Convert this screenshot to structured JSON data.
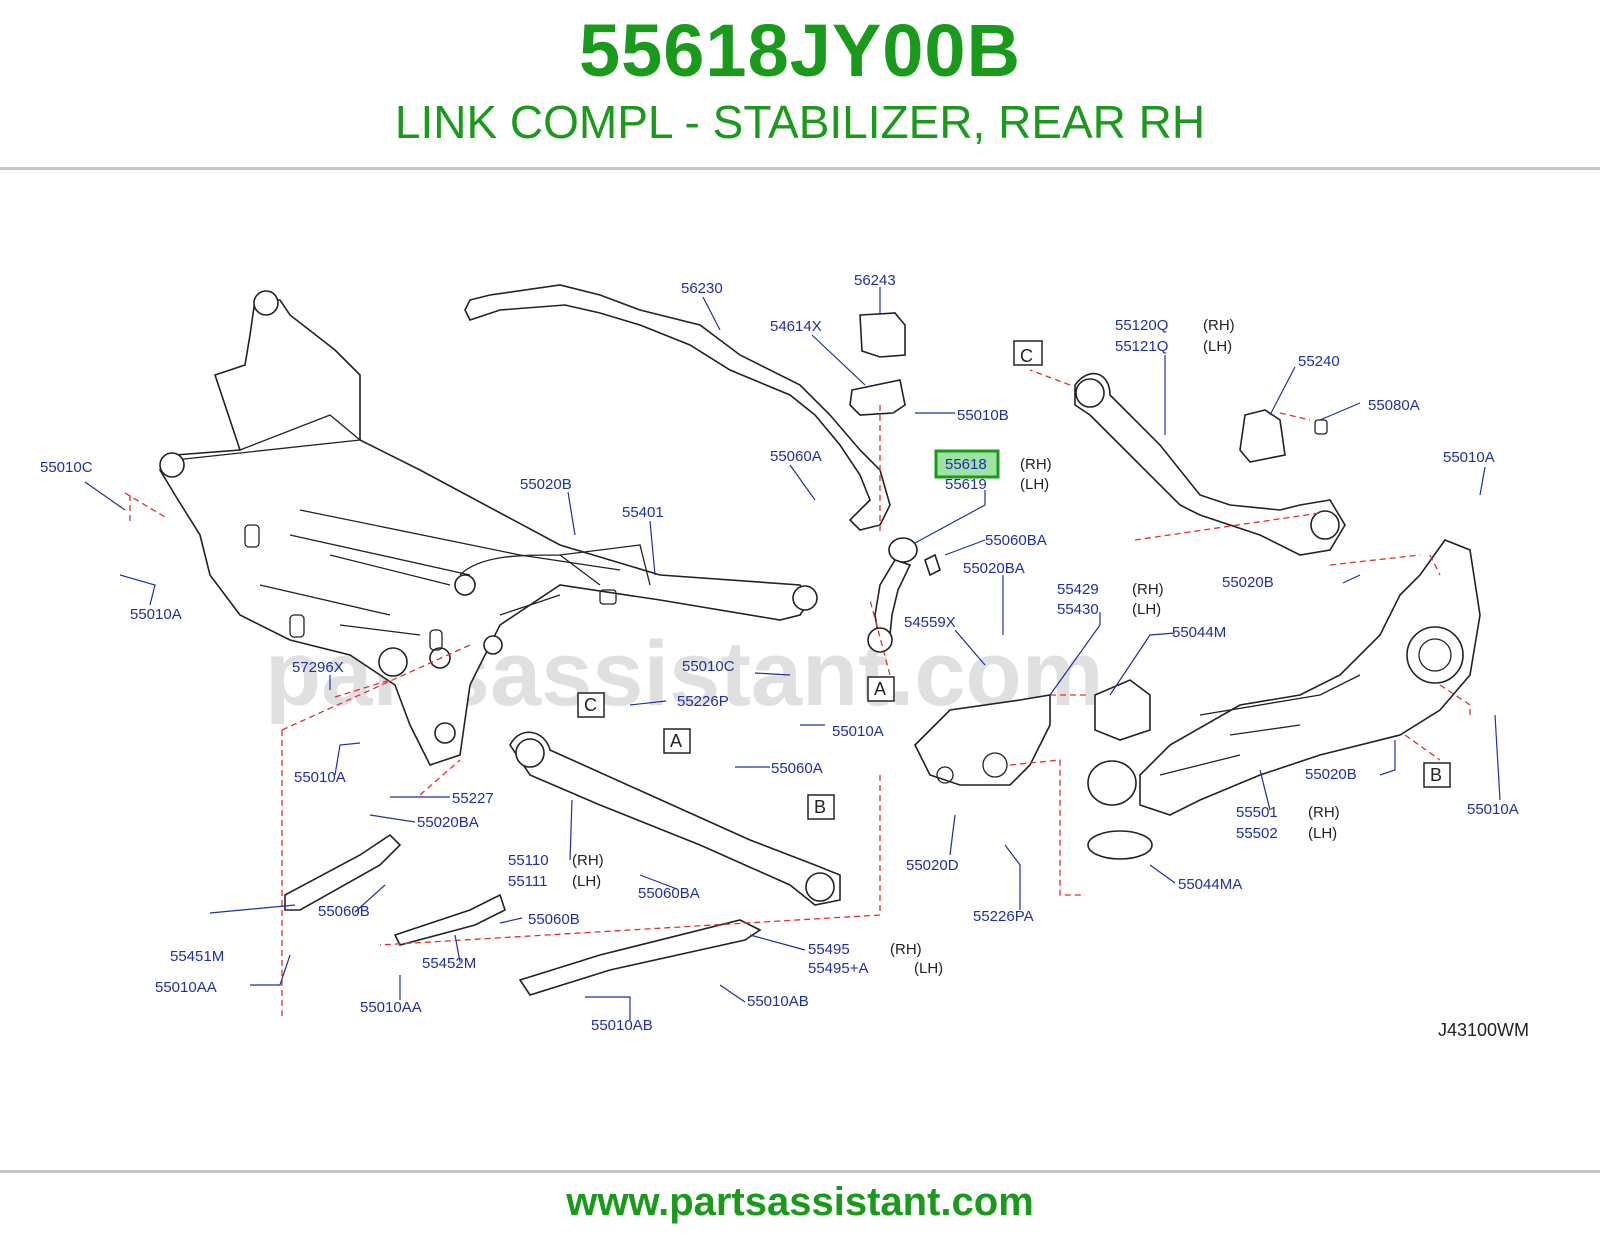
{
  "header": {
    "part_number": "55618JY00B",
    "description": "LINK COMPL - STABILIZER, REAR RH"
  },
  "diagram": {
    "watermark": "partsassistant.com",
    "code": "J43100WM",
    "highlighted_part": "55618",
    "callouts": {
      "c56230": "56230",
      "c56243": "56243",
      "c54614X": "54614X",
      "c55010B": "55010B",
      "c55060A_top": "55060A",
      "c55618": "55618",
      "c55619": "55619",
      "rh1": "(RH)",
      "lh1": "(LH)",
      "c55060BA_top": "55060BA",
      "c55020BA_top": "55020BA",
      "c55120Q": "55120Q",
      "c55121Q": "55121Q",
      "rh2": "(RH)",
      "lh2": "(LH)",
      "c55240": "55240",
      "c55080A": "55080A",
      "c55010A_right": "55010A",
      "c55010C_left": "55010C",
      "c55020B_left": "55020B",
      "c55401": "55401",
      "c55010A_left": "55010A",
      "c57296X": "57296X",
      "c55010C_mid": "55010C",
      "c55226P": "55226P",
      "c55010A_mid": "55010A",
      "c54559X": "54559X",
      "c55429": "55429",
      "c55430": "55430",
      "rh3": "(RH)",
      "lh3": "(LH)",
      "c55020B_right": "55020B",
      "c55044M": "55044M",
      "c55010A_low": "55010A",
      "c55227": "55227",
      "c55020BA_low": "55020BA",
      "c55060A_mid": "55060A",
      "c55110": "55110",
      "c55111": "55111",
      "rh4": "(RH)",
      "lh4": "(LH)",
      "c55060BA_low": "55060BA",
      "c55060B_left": "55060B",
      "c55451M": "55451M",
      "c55010AA_left": "55010AA",
      "c55060B_mid": "55060B",
      "c55452M": "55452M",
      "c55010AA_mid": "55010AA",
      "c55495": "55495",
      "c55495A": "55495+A",
      "rh5": "(RH)",
      "lh5": "(LH)",
      "c55010AB_mid": "55010AB",
      "c55010AB_low": "55010AB",
      "c55020D": "55020D",
      "c55226PA": "55226PA",
      "c55020B_low": "55020B",
      "c55501": "55501",
      "c55502": "55502",
      "rh6": "(RH)",
      "lh6": "(LH)",
      "c55044MA": "55044MA",
      "c55010A_far": "55010A"
    },
    "ref_boxes": {
      "C_top": "C",
      "C_mid": "C",
      "A_top": "A",
      "A_mid": "A",
      "B_mid": "B",
      "B_right": "B"
    }
  },
  "footer": {
    "website": "www.partsassistant.com"
  }
}
